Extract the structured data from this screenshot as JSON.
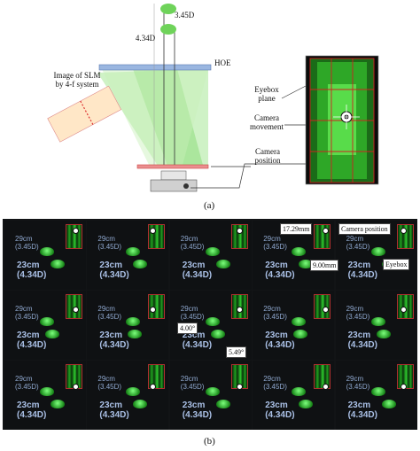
{
  "diagram": {
    "depth_far": "3.45D",
    "depth_near": "4.34D",
    "slm_label": "Image of SLM by 4-f system",
    "hoe_label": "HOE",
    "eyebox_plane_label": "Eyebox plane",
    "camera_movement_label": "Camera movement",
    "camera_position_label": "Camera position",
    "caption": "(a)"
  },
  "grid": {
    "dist_far": "29cm",
    "diopter_far": "(3.45D)",
    "dist_near": "23cm",
    "diopter_near": "(4.34D)",
    "annotations": {
      "height": "17.29mm",
      "width": "9.00mm",
      "camera_position": "Camera position",
      "eyebox": "Eyebox",
      "angle_v": "4.00°",
      "angle_h": "5.49°"
    },
    "caption": "(b)"
  },
  "colors": {
    "beam": "#7fd86a",
    "hoe": "#9ab6e0",
    "eyebox_frame": "#cc2020",
    "grid_bg": "#121416",
    "text_far": "#8fa8cf",
    "text_near": "#aac0e6"
  }
}
